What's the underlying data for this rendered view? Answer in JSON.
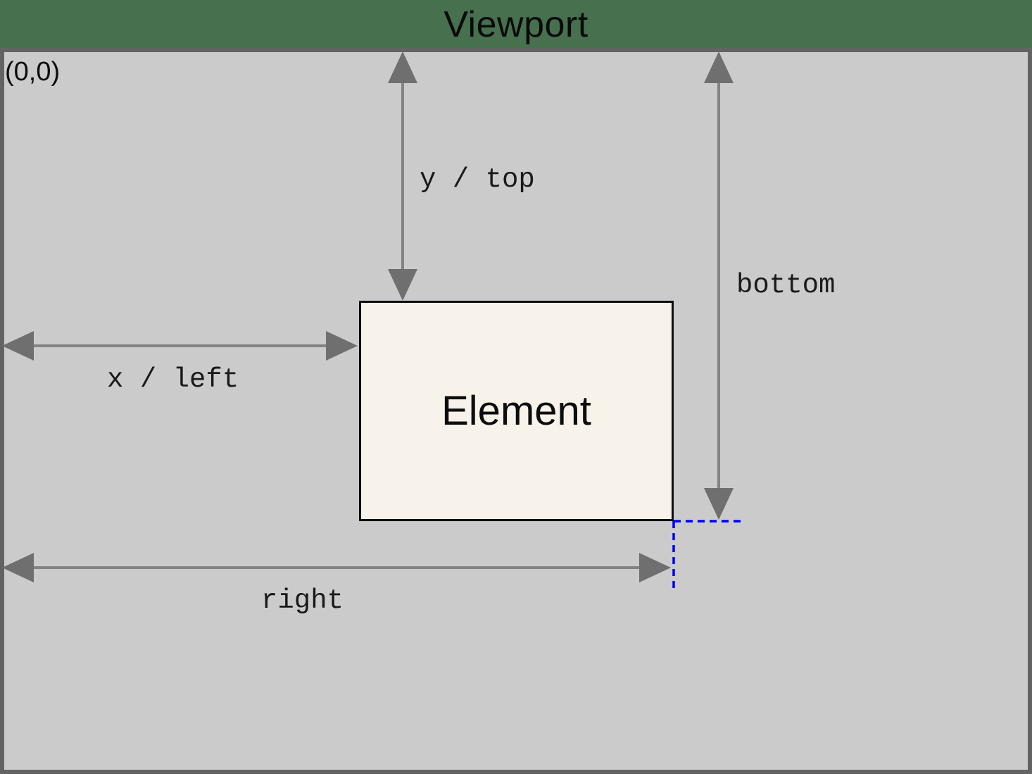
{
  "diagram": {
    "title": "Viewport",
    "origin_label": "(0,0)",
    "element_label": "Element",
    "measure_labels": {
      "y_top": "y / top",
      "x_left": "x / left",
      "bottom": "bottom",
      "right": "right"
    },
    "colors": {
      "page_background_green": "#47714e",
      "viewport_fill": "#cbcbcb",
      "viewport_border": "#636363",
      "element_fill": "#f7f3eb",
      "element_border": "#0d0d0d",
      "arrow_line": "#838383",
      "arrow_head": "#6f6f6f",
      "guide_blue": "#0000ff",
      "text": "#0d0d0d"
    }
  }
}
